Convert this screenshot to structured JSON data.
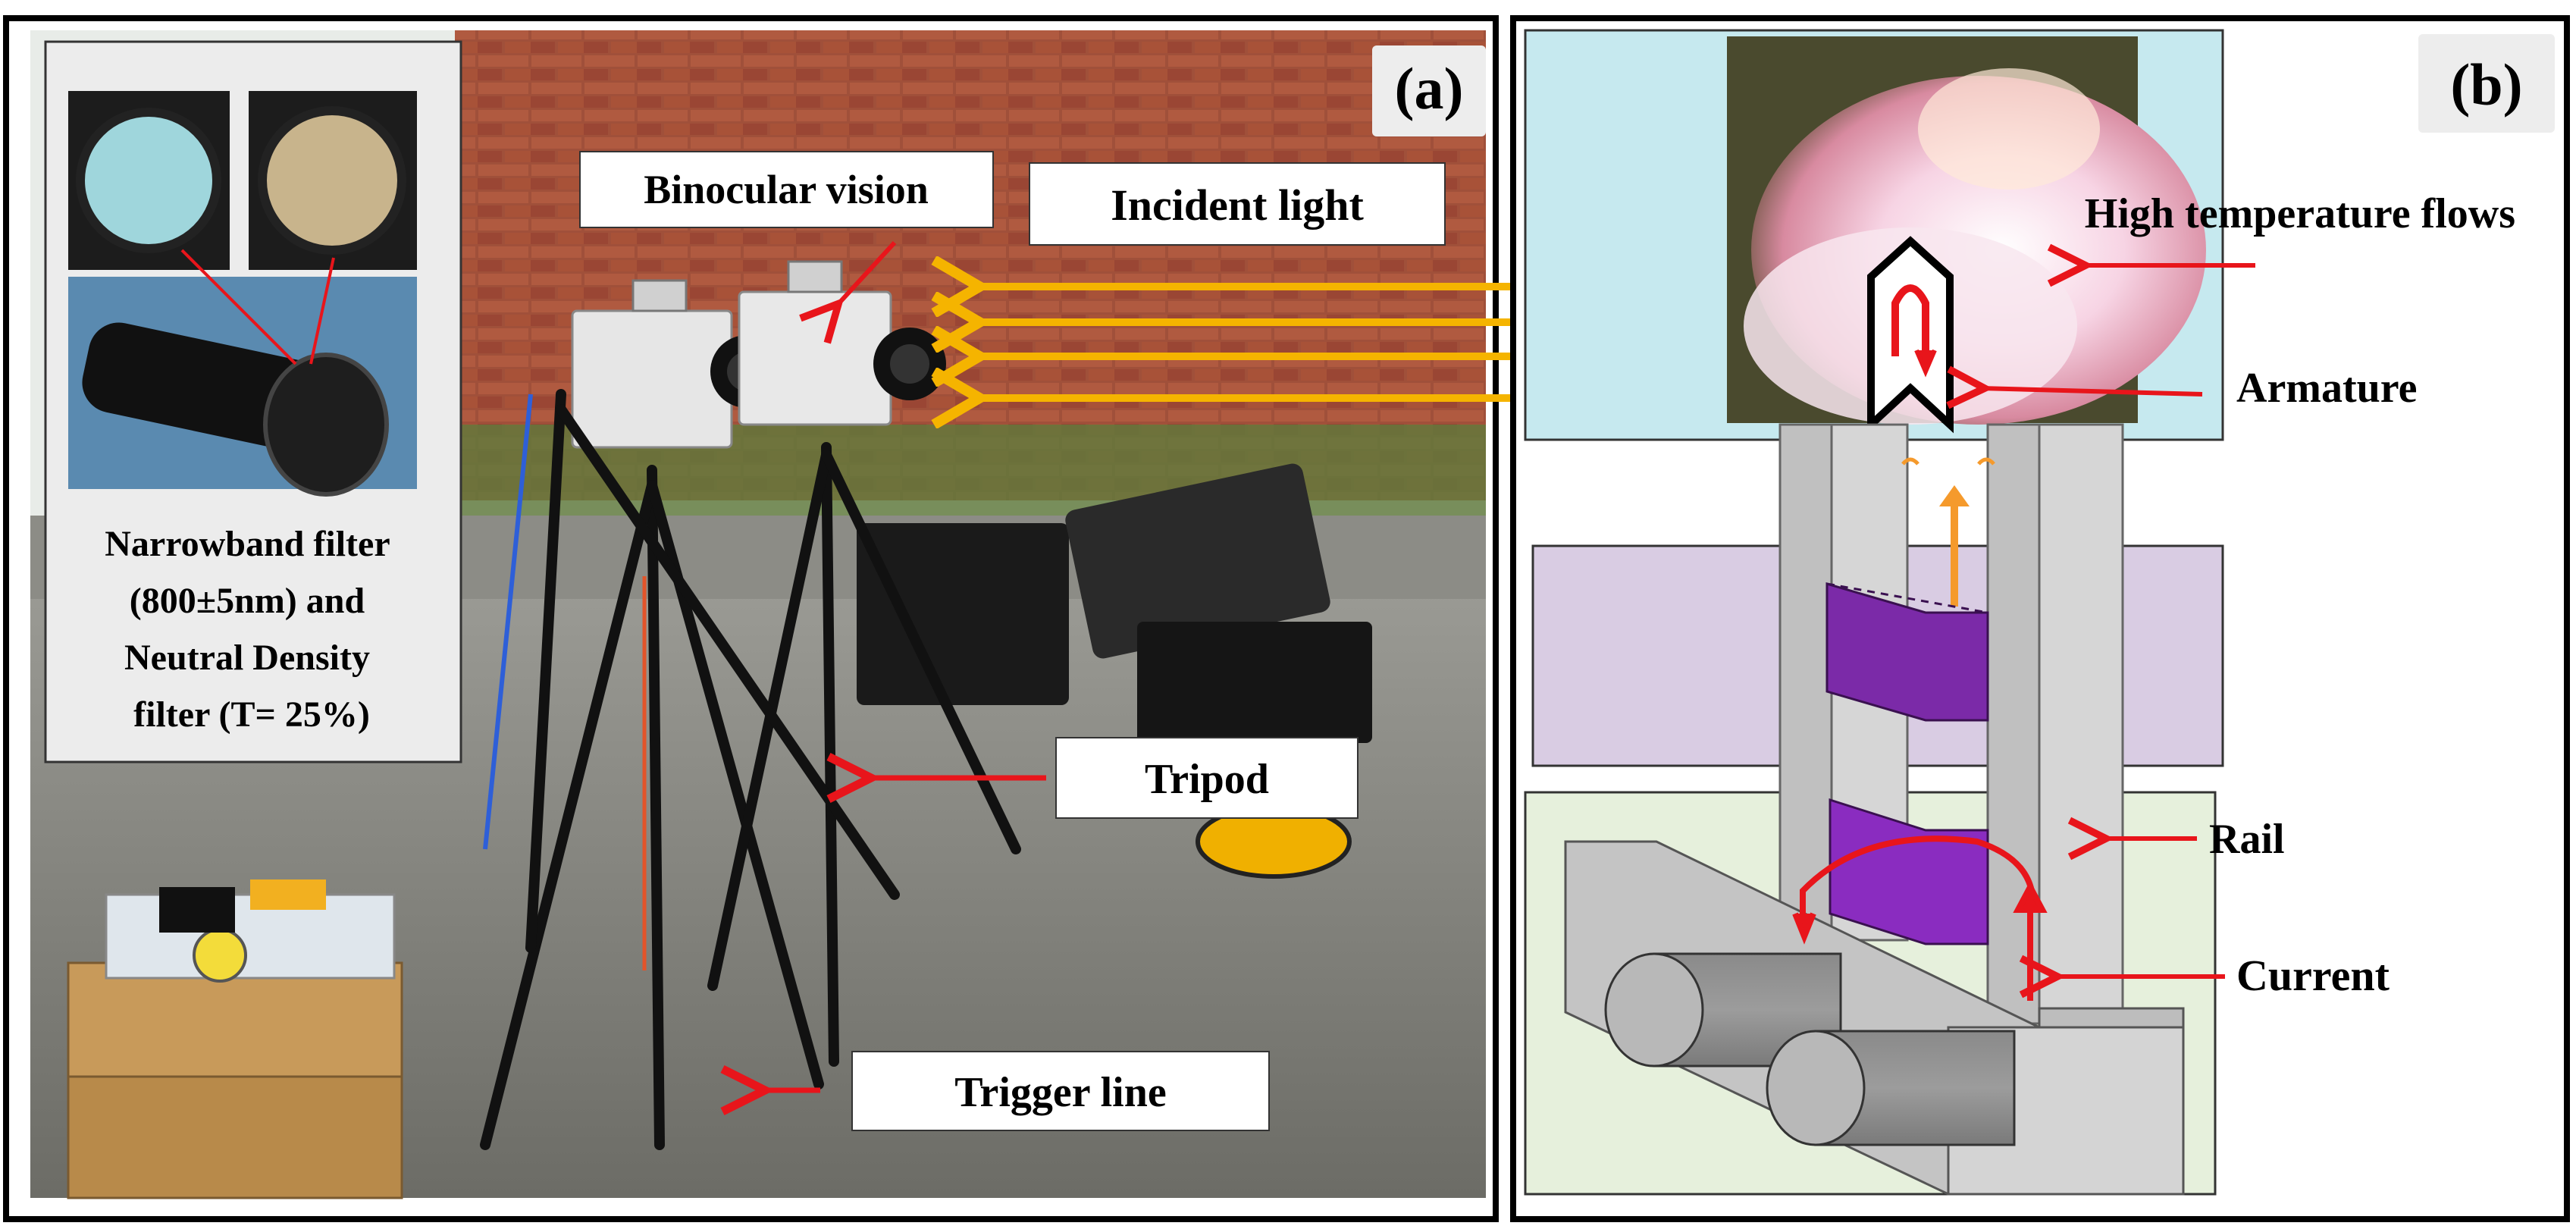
{
  "panel_a": {
    "tag": "(a)",
    "labels": {
      "binocular": "Binocular vision",
      "incident": "Incident light",
      "tripod": "Tripod",
      "trigger": "Trigger line"
    },
    "filter_caption": [
      "Narrowband filter",
      "(800±5nm) and",
      "Neutral Density",
      "filter (T= 25%)"
    ]
  },
  "panel_b": {
    "tag": "(b)",
    "labels": {
      "flows": "High temperature flows",
      "armature": "Armature",
      "rail": "Rail",
      "current": "Current"
    }
  },
  "colors": {
    "arrow_red": "#e8151b",
    "light_yellow": "#f5b400",
    "flow_orange": "#f59a2c",
    "panel_cyan": "#c6e9ef",
    "panel_lilac": "#d9cce3",
    "panel_green": "#e6f0dc",
    "armature_purple": "#7b2aa8",
    "rail_grey": "#c0c0c0"
  }
}
